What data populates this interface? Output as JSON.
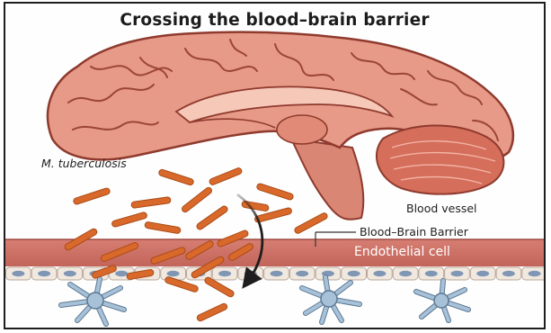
{
  "title": "Crossing the blood–brain barrier",
  "labels": {
    "pathogen": "M. tuberculosis",
    "blood_vessel": "Blood vessel",
    "bbb": "Blood–Brain Barrier",
    "endothelial": "Endothelial cell"
  },
  "colors": {
    "cortex": "#e79a87",
    "cortex_outline": "#8f3a2e",
    "cerebellum": "#d56e5b",
    "brainstem": "#da8674",
    "vessel_band": "#cb6e64",
    "endothelial_cell": "#f1e8df",
    "nucleus": "#7f97b4",
    "bacteria": "#d9692a",
    "astrocyte": "#a7c1d8",
    "arrow": "#1e1e1e"
  },
  "counts": {
    "bacteria": 24,
    "endothelial_cells": 21,
    "astrocytes": 3
  },
  "icons": [
    "curved-arrow-icon",
    "bacterium-rod-icon",
    "astrocyte-icon"
  ]
}
